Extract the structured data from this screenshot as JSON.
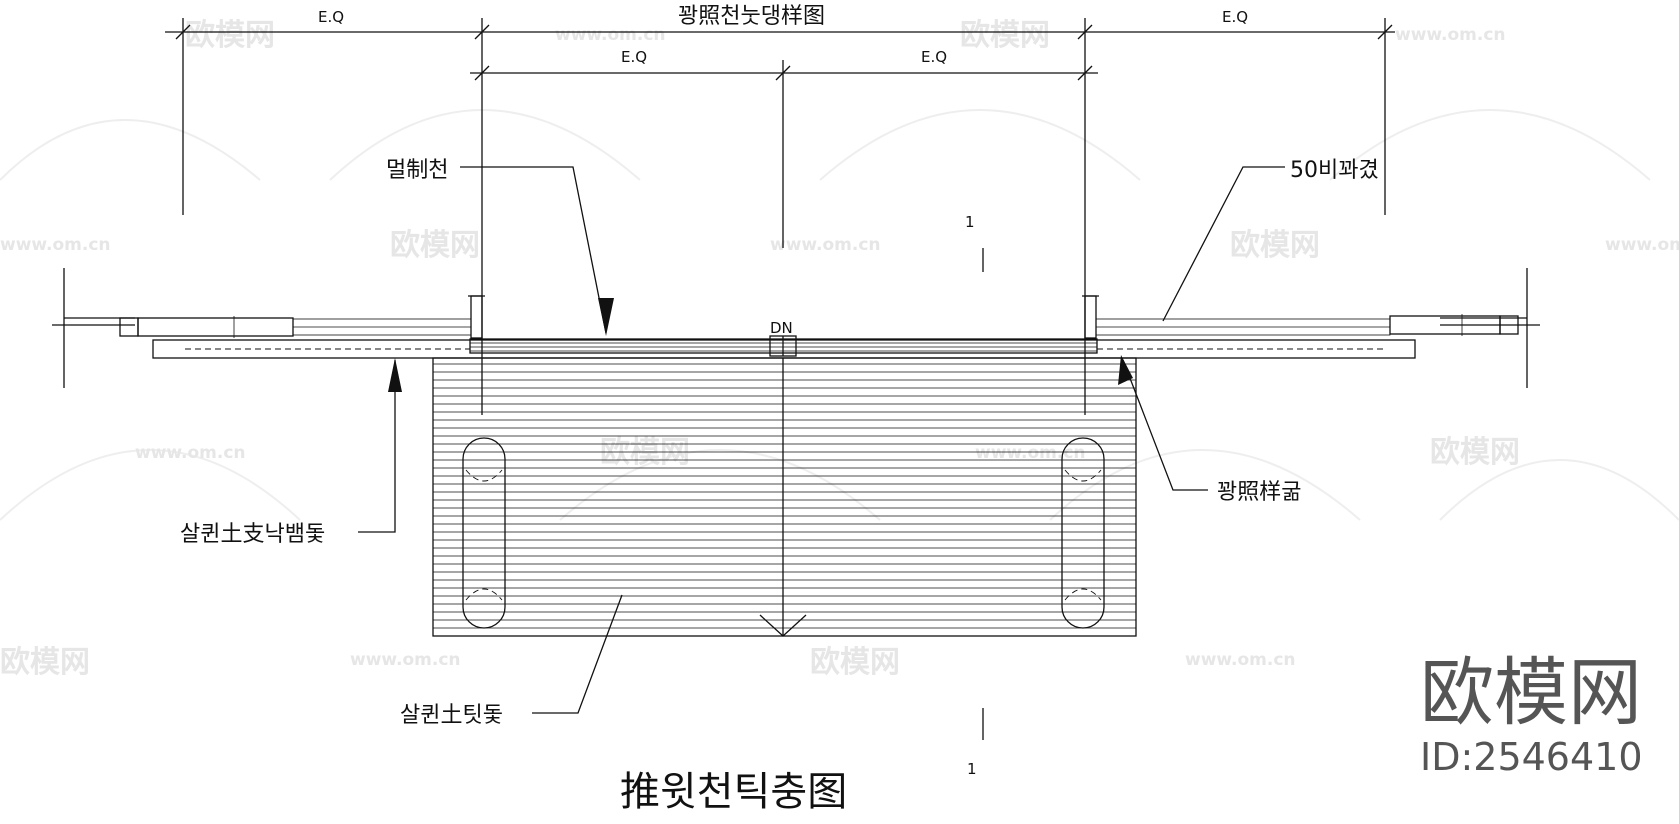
{
  "drawing": {
    "title": "推윗천틱충图",
    "top_caption": "꽝照천눗댕样图",
    "section_mark_top": "1",
    "section_mark_bottom": "1",
    "dn_label": "DN",
    "dimensions": {
      "outer_left": "E.Q",
      "outer_right": "E.Q",
      "inner_left": "E.Q",
      "inner_right": "E.Q"
    },
    "callouts": {
      "upper_left": "멀制천",
      "upper_right": "50비꽈겼",
      "middle_left": "살퀸土支낙뱀돛",
      "middle_right": "꽝照样굶",
      "bottom_left": "살퀸土팃돛"
    }
  },
  "watermark": {
    "brand": "欧模网",
    "url": "www.om.cn"
  },
  "logo": {
    "brand": "欧模网",
    "id_text": "ID:2546410"
  },
  "colors": {
    "line": "#111111",
    "watermark": "#e6e6e6",
    "logo": "#555555",
    "background": "#ffffff"
  }
}
